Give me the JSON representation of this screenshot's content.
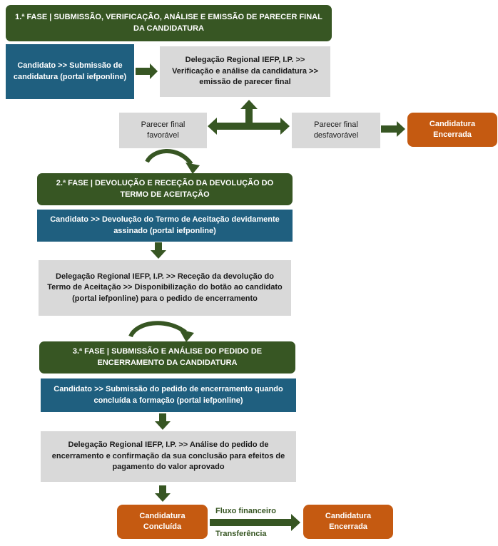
{
  "phase1": {
    "title": "1.ª FASE | SUBMISSÃO, VERIFICAÇÃO, ANÁLISE E EMISSÃO DE PARECER FINAL DA CANDIDATURA",
    "submission": "Candidato >> Submissão de candidatura (portal iefponline)",
    "verification": "Delegação Regional IEFP, I.P. >> Verificação e análise da candidatura >> emissão de parecer final",
    "favorable": "Parecer final favorável",
    "unfavorable": "Parecer final desfavorável",
    "closed": "Candidatura Encerrada"
  },
  "phase2": {
    "title": "2.ª FASE | DEVOLUÇÃO E RECEÇÃO DA DEVOLUÇÃO DO TERMO DE ACEITAÇÃO",
    "return": "Candidato >> Devolução do Termo de Aceitação devidamente assinado (portal iefponline)",
    "reception": "Delegação Regional IEFP, I.P. >> Receção da devolução do Termo de Aceitação >> Disponibilização do botão ao candidato (portal iefponline) para o pedido de encerramento"
  },
  "phase3": {
    "title": "3.ª FASE | SUBMISSÃO E ANÁLISE DO PEDIDO DE ENCERRAMENTO DA CANDIDATURA",
    "request": "Candidato >> Submissão do pedido de encerramento quando concluída a formação (portal iefponline)",
    "analysis": "Delegação Regional IEFP, I.P. >> Análise do pedido de encerramento e confirmação da sua conclusão para efeitos de pagamento do valor aprovado",
    "concluded": "Candidatura Concluída",
    "flow_label": "Fluxo financeiro",
    "transfer_label": "Transferência",
    "final_closed": "Candidatura Encerrada"
  },
  "colors": {
    "phase_green": "#375623",
    "candidate_blue": "#1f5f7f",
    "process_grey": "#d9d9d9",
    "status_orange": "#c55a11"
  }
}
